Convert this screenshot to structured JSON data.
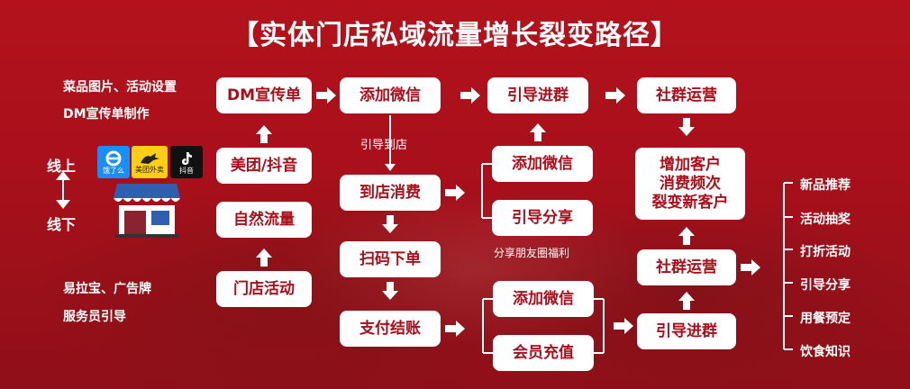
{
  "title": "【实体门店私域流量增长裂变路径】",
  "left": {
    "note_top": [
      "菜品图片、活动设置",
      "DM宣传单制作"
    ],
    "online": "线上",
    "offline": "线下",
    "note_bottom": [
      "易拉宝、广告牌",
      "服务员引导"
    ],
    "logos": [
      {
        "icon": "eleme-icon",
        "label": "饿了么",
        "color": "#1a8ef5"
      },
      {
        "icon": "meituan-icon",
        "label": "美团外卖",
        "color": "#ffce17"
      },
      {
        "icon": "douyin-icon",
        "label": "抖音",
        "color": "#111111"
      }
    ]
  },
  "nodes": {
    "dm": "DM宣传单",
    "meituan": "美团/抖音",
    "natural": "自然流量",
    "store_event": "门店活动",
    "add_wechat_top": "添加微信",
    "visit_store": "到店消费",
    "scan_order": "扫码下单",
    "pay": "支付结账",
    "guide_group_top": "引导进群",
    "add_wechat_mid": "添加微信",
    "guide_share": "引导分享",
    "add_wechat_bottom": "添加微信",
    "member_topup": "会员充值",
    "community_top": "社群运营",
    "growth": "增加客户\n消费频次\n裂变新客户",
    "community_mid": "社群运营",
    "guide_group_bottom": "引导进群"
  },
  "labels": {
    "guide_to_store": "引导到店",
    "share_moments": "分享朋友圈福利"
  },
  "right_list": [
    "新品推荐",
    "活动抽奖",
    "打折活动",
    "引导分享",
    "用餐预定",
    "饮食知识"
  ]
}
